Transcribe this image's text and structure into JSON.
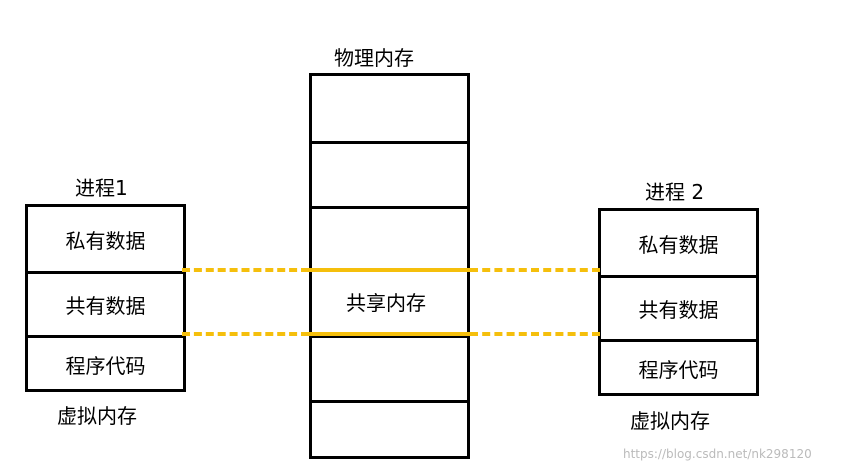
{
  "physical_memory": {
    "title": "物理内存",
    "shared_label": "共享内存"
  },
  "process1": {
    "title": "进程1",
    "rows": [
      "私有数据",
      "共有数据",
      "程序代码"
    ],
    "caption": "虚拟内存"
  },
  "process2": {
    "title": "进程 2",
    "rows": [
      "私有数据",
      "共有数据",
      "程序代码"
    ],
    "caption": "虚拟内存"
  },
  "watermark": "https://blog.csdn.net/nk298120",
  "colors": {
    "link_line": "#f5bf0c",
    "border": "#000000"
  }
}
